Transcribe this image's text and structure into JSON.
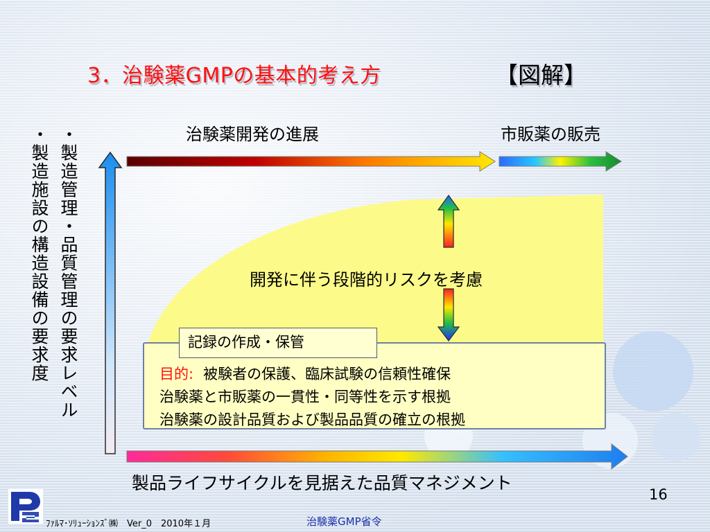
{
  "slide": {
    "title": "3．治験薬GMPの基本的考え方",
    "title_tag": "【図解】",
    "top_left_label": "治験薬開発の進展",
    "top_right_label": "市販薬の販売",
    "vertical_label_right": "・製造管理・品質管理の要求レベル",
    "vertical_label_left": "・製造施設の構造設備の要求度",
    "center_text": "開発に伴う段階的リスクを考慮",
    "record_box": "記録の作成・保管",
    "info": {
      "purpose_label": "目的:",
      "purpose_text": "被験者の保護、臨床試験の信頼性確保",
      "line2": "治験薬と市販薬の一貫性・同等性を示す根拠",
      "line3": "治験薬の設計品質および製品品質の確立の根拠"
    },
    "bottom_label": "製品ライフサイクルを見据えた品質マネジメント",
    "page_number": "16"
  },
  "footer": {
    "company": "ﾌｧﾙﾏ･ｿﾘｭｰｼｮﾝｽﾞ㈱　Ver_0　2010年１月",
    "center": "治験薬GMP省令"
  },
  "colors": {
    "title_red": "#ff1010",
    "yellow_area": "#fcfb8a",
    "box_fill": "#ffffc4",
    "footer_blue": "#1b31a8",
    "logo_blue": "#1f3aa8"
  },
  "icons": {
    "logo": "ps-logo-icon"
  }
}
